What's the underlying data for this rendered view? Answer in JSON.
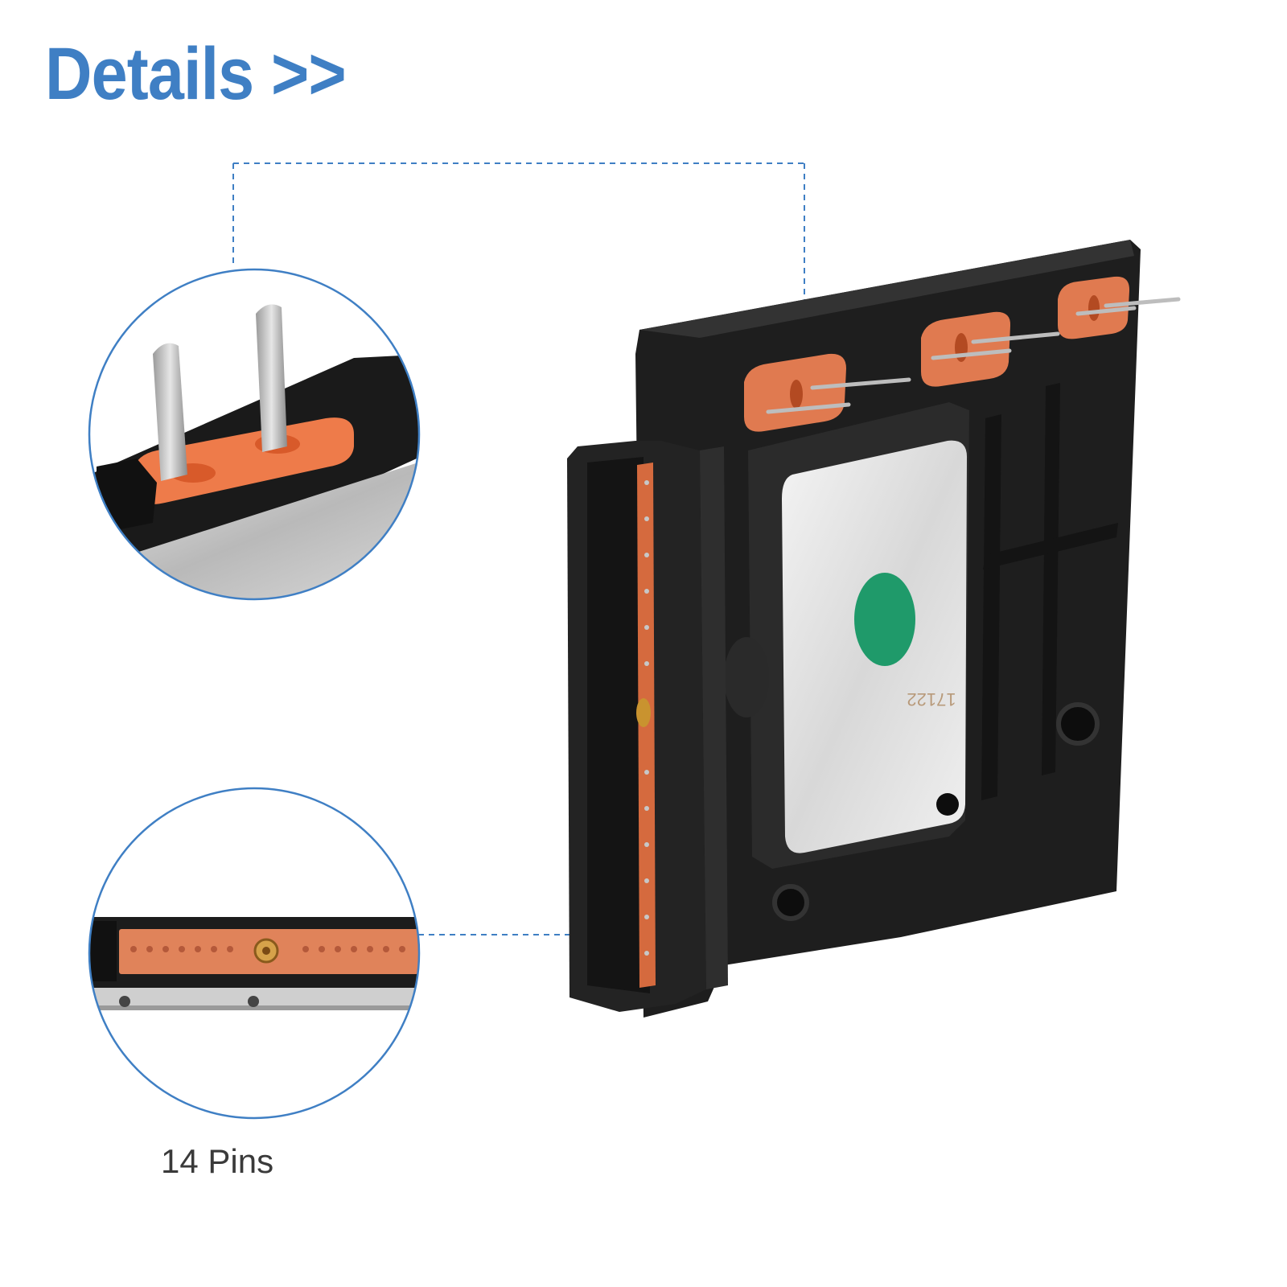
{
  "header": {
    "title": "Details >>"
  },
  "callouts": [
    {
      "name": "terminal-closeup",
      "caption": ""
    },
    {
      "name": "pin-connector-closeup",
      "caption": "14 Pins"
    }
  ],
  "product": {
    "marking": "17122"
  },
  "colors": {
    "accent": "#3f7fc4",
    "body": "#1f1f1f",
    "seal": "#e07a50",
    "plate": "#e9e9e9",
    "dot": "#1f9a6a"
  }
}
